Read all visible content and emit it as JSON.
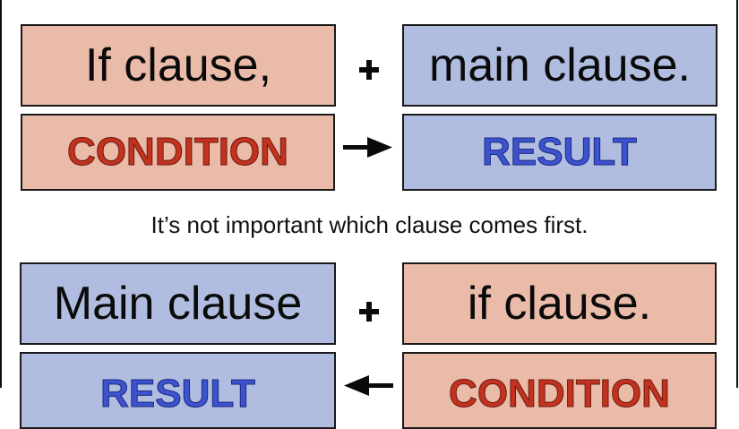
{
  "colors": {
    "condition_box": "#eabba8",
    "result_box": "#b0bde0",
    "condition_text": "#c2321f",
    "result_text": "#3d52cf",
    "border": "#1a1a1a"
  },
  "top_section": {
    "left_clause": "If clause,",
    "operator": "+",
    "right_clause": "main clause.",
    "left_role": "CONDITION",
    "relation": "arrow-right",
    "right_role": "RESULT"
  },
  "note": "It’s not important which clause comes first.",
  "bottom_section": {
    "left_clause": "Main clause",
    "operator": "+",
    "right_clause": "if clause.",
    "left_role": "RESULT",
    "relation": "arrow-left",
    "right_role": "CONDITION"
  }
}
